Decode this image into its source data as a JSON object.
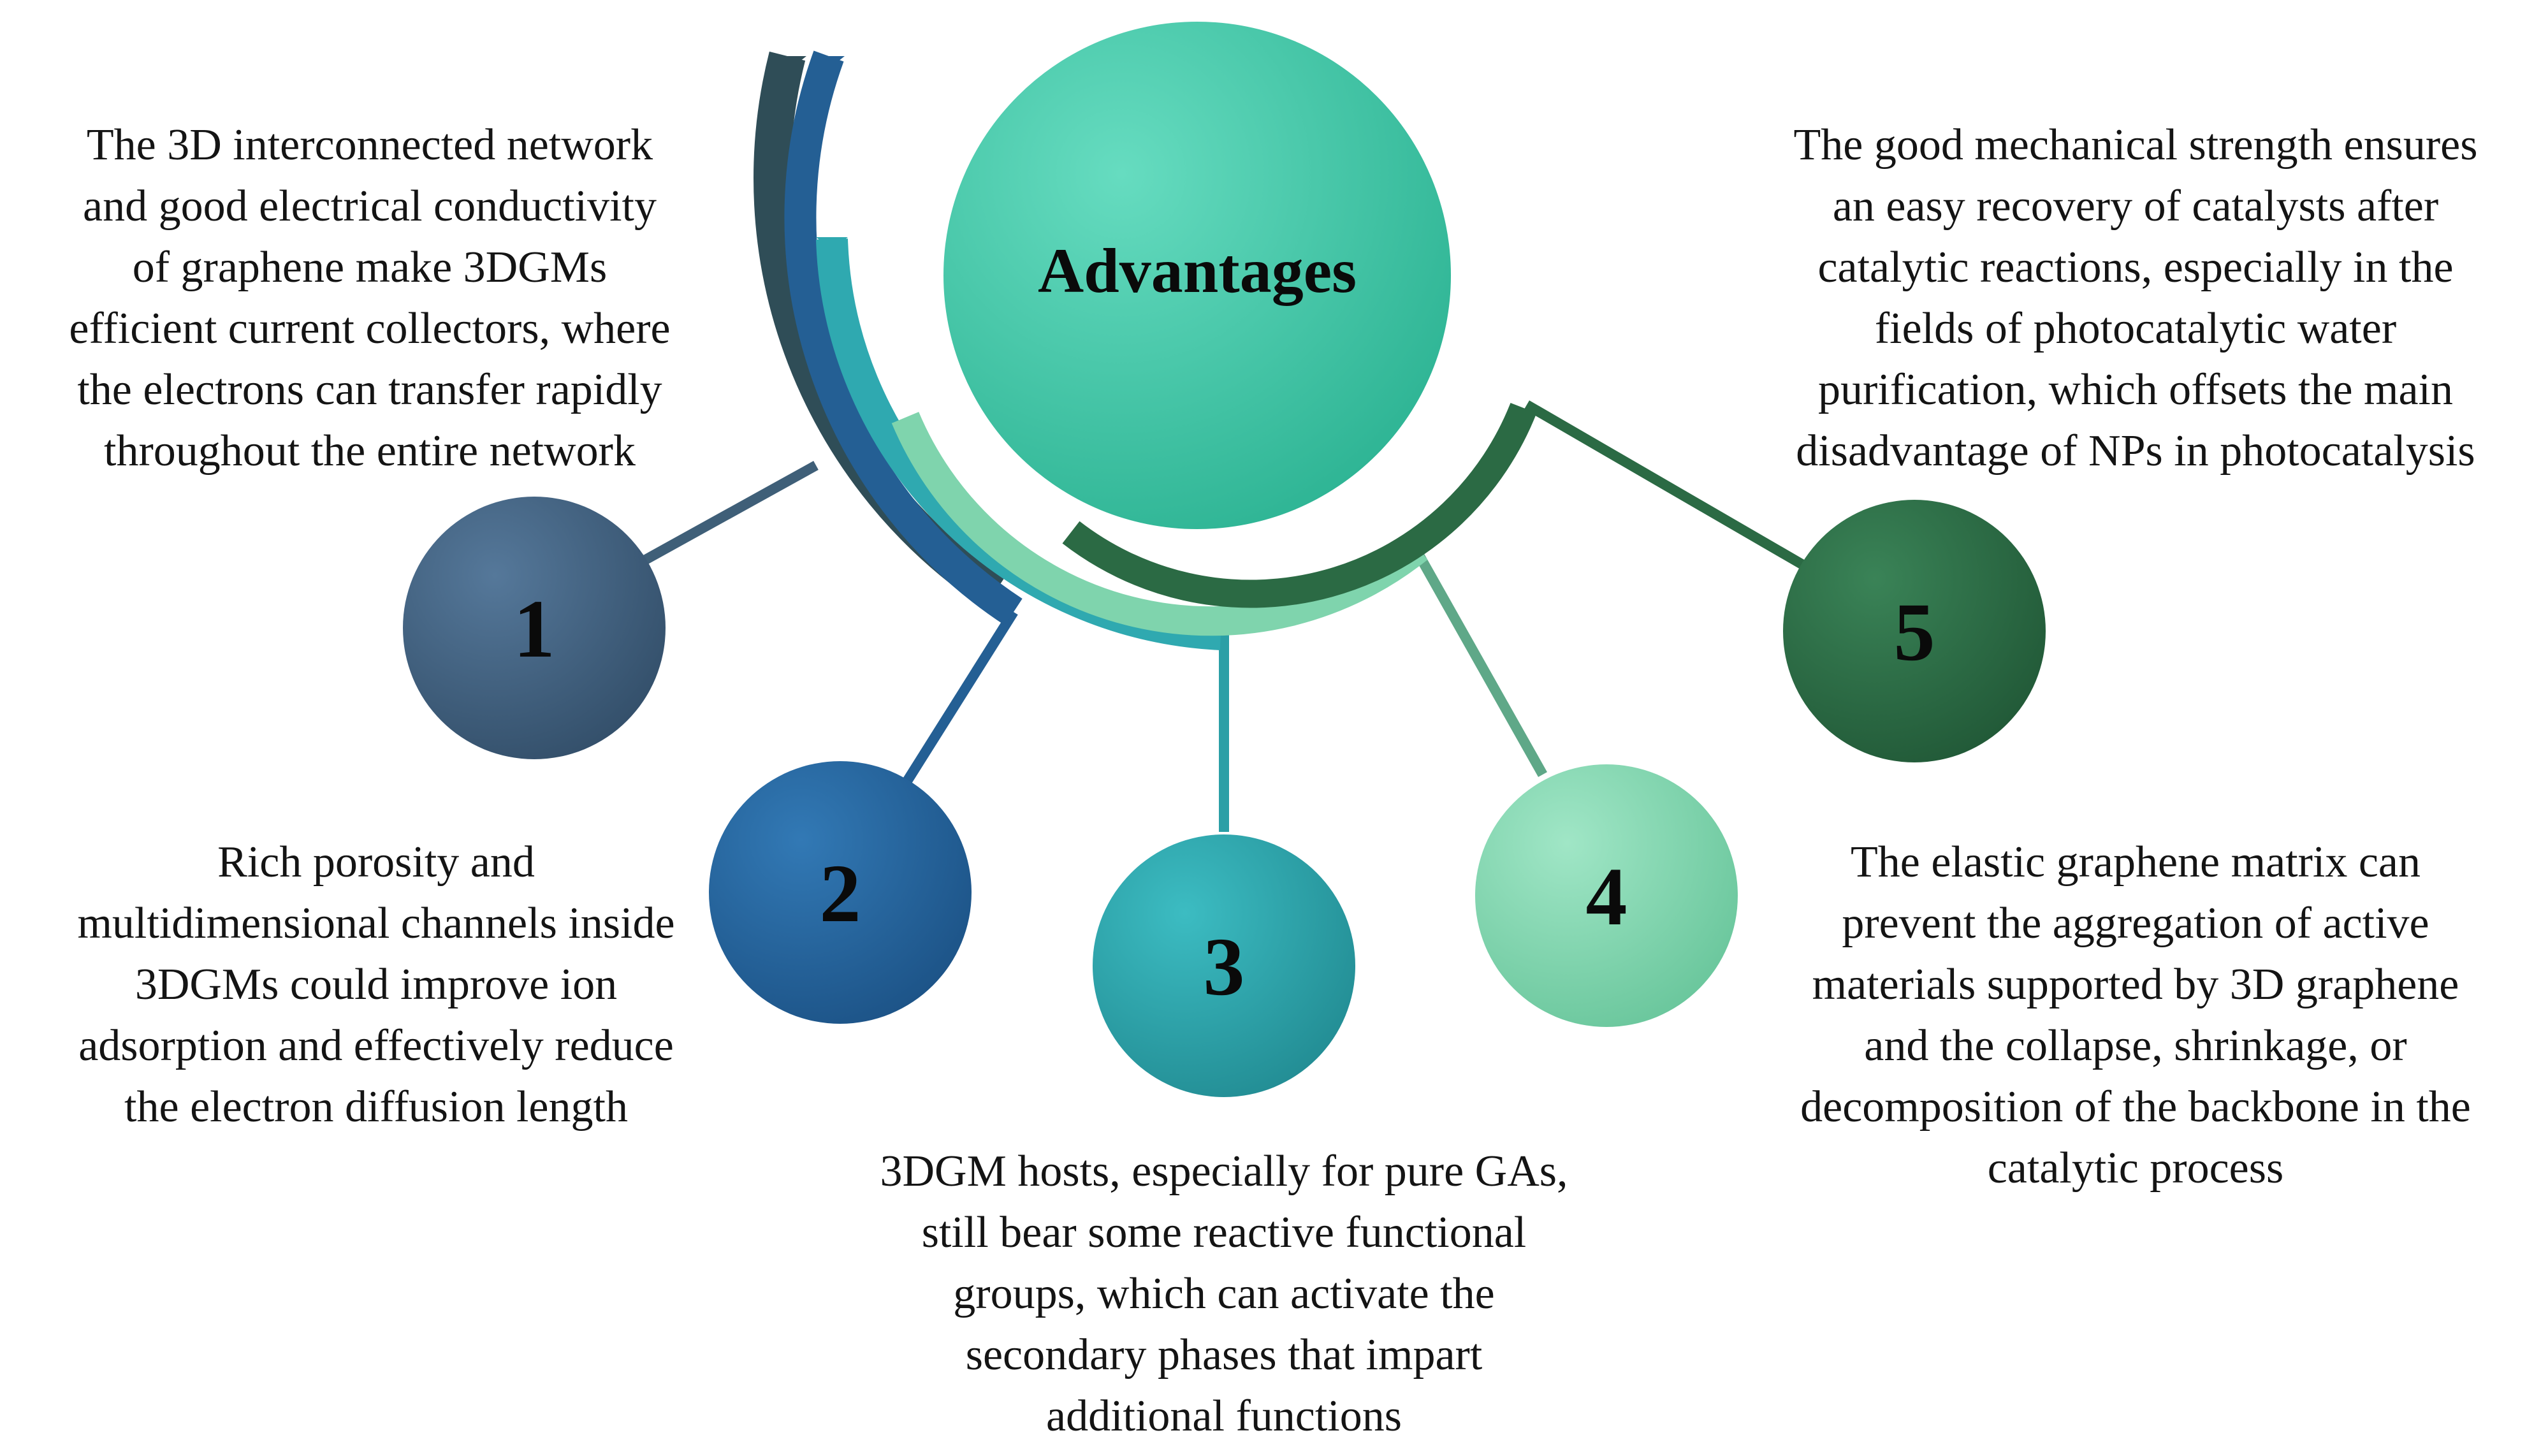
{
  "center": {
    "title": "Advantages",
    "color": "#3fc8aa"
  },
  "advantages": [
    {
      "number": "1",
      "color": "#3e5d78",
      "lines": [
        "The 3D interconnected network",
        "and good electrical conductivity",
        "of graphene make 3DGMs",
        "efficient current collectors, where",
        "the electrons can transfer rapidly",
        "throughout the entire network"
      ]
    },
    {
      "number": "2",
      "color": "#245f94",
      "lines": [
        "Rich porosity and",
        "multidimensional channels inside",
        "3DGMs could improve ion",
        "adsorption and effectively reduce",
        "the electron diffusion length"
      ]
    },
    {
      "number": "3",
      "color": "#2b9fa6",
      "lines": [
        "3DGM hosts, especially for pure GAs,",
        "still bear some reactive functional",
        "groups, which can activate the",
        "secondary phases that impart",
        "additional functions"
      ]
    },
    {
      "number": "4",
      "color": "#7fd4ad",
      "lines": [
        "The elastic graphene matrix can",
        "prevent the aggregation of active",
        "materials supported by 3D graphene",
        "and the collapse, shrinkage, or",
        "decomposition of the backbone in the",
        "catalytic process"
      ]
    },
    {
      "number": "5",
      "color": "#2b6a44",
      "lines": [
        "The good mechanical strength ensures",
        "an easy recovery of catalysts after",
        "catalytic reactions, especially in the",
        "fields of photocatalytic water",
        "purification, which offsets the main",
        "disadvantage of NPs in photocatalysis"
      ]
    }
  ]
}
